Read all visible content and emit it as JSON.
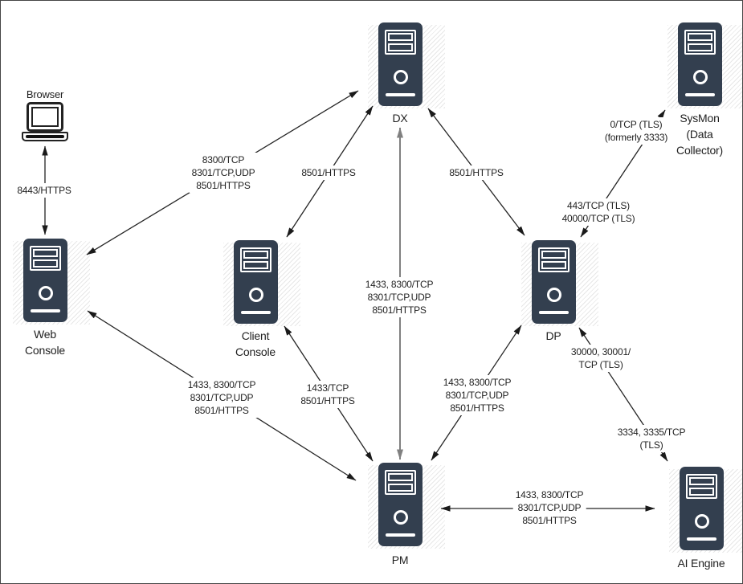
{
  "colors": {
    "server_fill": "#333F4F",
    "hatch_stripe": "#e7e7e7",
    "connector": "#242424",
    "connector_gray": "#808080",
    "text": "#1f1f1f",
    "background": "#ffffff",
    "canvas_border": "#454545"
  },
  "nodes": {
    "browser": {
      "icon": "laptop-icon",
      "lines": [
        "Browser"
      ]
    },
    "web_console": {
      "icon": "server-icon",
      "lines": [
        "Web",
        "Console"
      ]
    },
    "dx": {
      "icon": "server-icon",
      "lines": [
        "DX"
      ]
    },
    "sysmon": {
      "icon": "server-icon",
      "lines": [
        "SysMon",
        "(Data",
        "Collector)"
      ]
    },
    "client_console": {
      "icon": "server-icon",
      "lines": [
        "Client",
        "Console"
      ]
    },
    "dp": {
      "icon": "server-icon",
      "lines": [
        "DP"
      ]
    },
    "pm": {
      "icon": "server-icon",
      "lines": [
        "PM"
      ]
    },
    "ai_engine": {
      "icon": "server-icon",
      "lines": [
        "AI Engine"
      ]
    }
  },
  "edge_labels": {
    "browser_web": {
      "lines": [
        "8443/HTTPS"
      ]
    },
    "web_dx": {
      "lines": [
        "8300/TCP",
        "8301/TCP,UDP",
        "8501/HTTPS"
      ]
    },
    "client_dx": {
      "lines": [
        "8501/HTTPS"
      ]
    },
    "dx_dp": {
      "lines": [
        "8501/HTTPS"
      ]
    },
    "dx_pm": {
      "lines": [
        "1433, 8300/TCP",
        "8301/TCP,UDP",
        "8501/HTTPS"
      ]
    },
    "web_pm": {
      "lines": [
        "1433, 8300/TCP",
        "8301/TCP,UDP",
        "8501/HTTPS"
      ]
    },
    "client_pm": {
      "lines": [
        "1433/TCP",
        "8501/HTTPS"
      ]
    },
    "dp_pm": {
      "lines": [
        "1433, 8300/TCP",
        "8301/TCP,UDP",
        "8501/HTTPS"
      ]
    },
    "dp_sysmon_upper": {
      "lines": [
        "0/TCP (TLS)",
        "(formerly 3333)"
      ]
    },
    "dp_sysmon_lower": {
      "lines": [
        "443/TCP (TLS)",
        "40000/TCP (TLS)"
      ]
    },
    "dp_ai_upper": {
      "lines": [
        "30000, 30001/",
        "TCP (TLS)"
      ]
    },
    "dp_ai_lower": {
      "lines": [
        "3334, 3335/TCP",
        "(TLS)"
      ]
    },
    "pm_ai": {
      "lines": [
        "1433, 8300/TCP",
        "8301/TCP,UDP",
        "8501/HTTPS"
      ]
    }
  }
}
